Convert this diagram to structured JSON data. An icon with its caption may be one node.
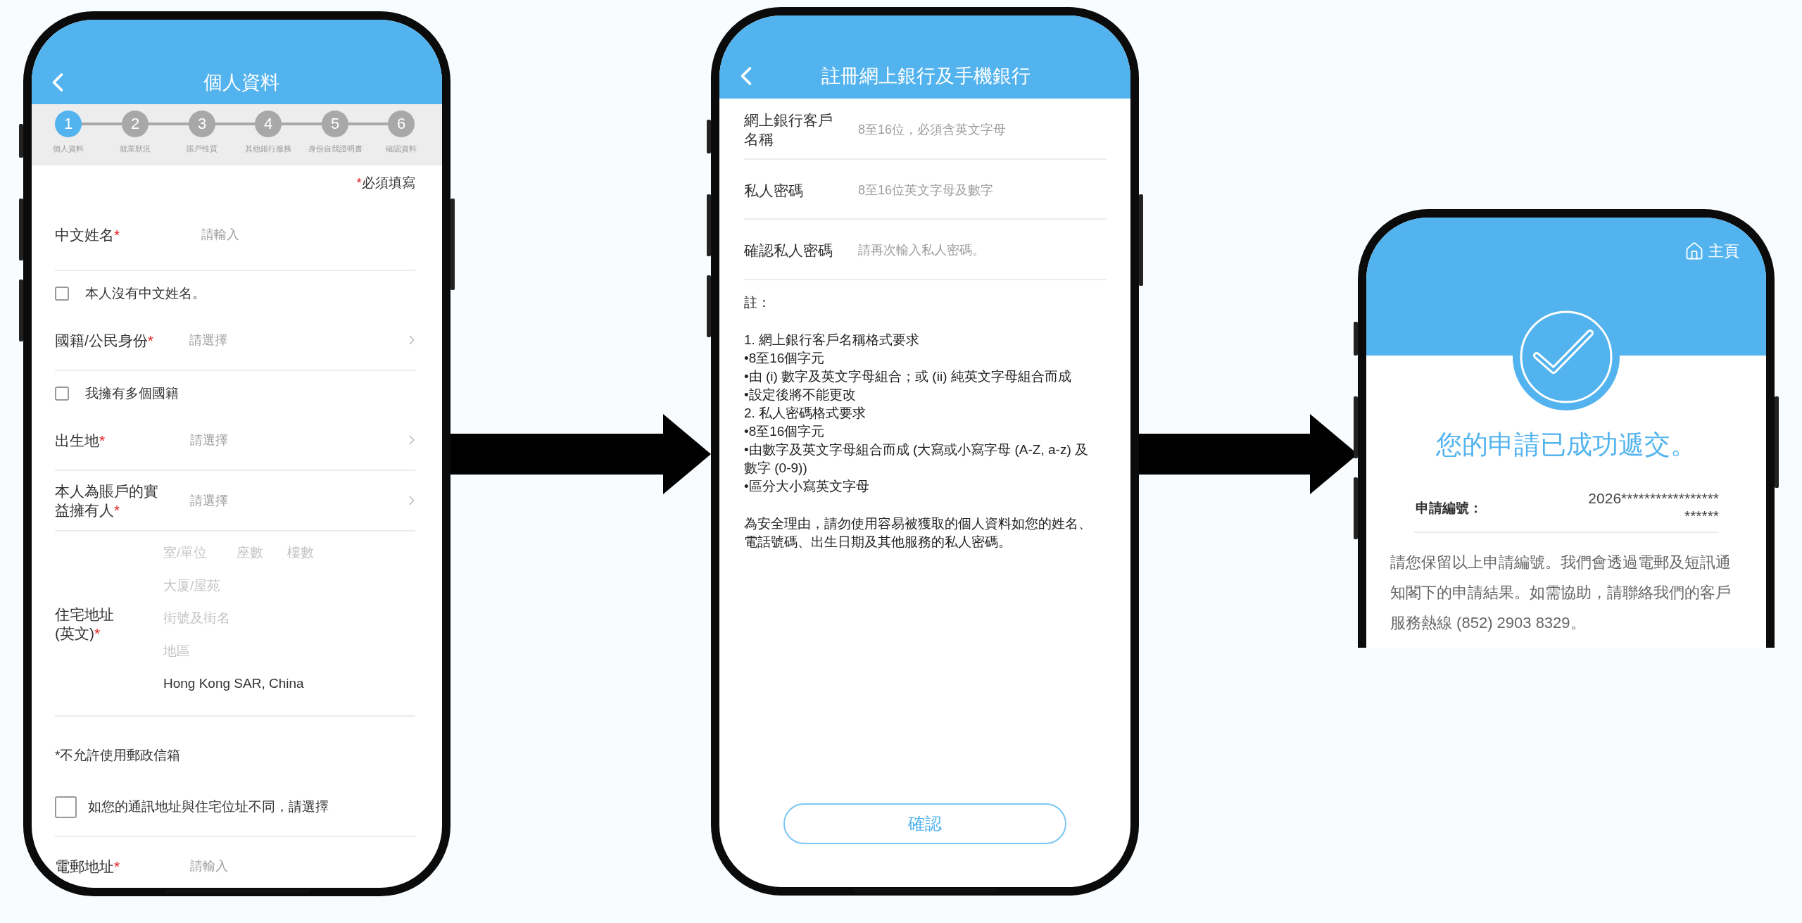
{
  "diagram": {
    "nodes": [
      {
        "text": [
          "個人資料",
          "1",
          "2",
          "3",
          "4",
          "5",
          "6",
          "個人資料",
          "就業狀況",
          "賬戶性質",
          "其他銀行服務",
          "身份自我證明書",
          "確認資料",
          "*必須填寫",
          "中文姓名*",
          "請輸入",
          "本人沒有中文姓名。",
          "國籍/公民身份*",
          "請選擇",
          "我擁有多個國籍",
          "出生地*",
          "請選擇",
          "本人為賬戶的實益擁有人*",
          "請選擇",
          "住宅地址 (英文)*",
          "室/單位",
          "座數",
          "樓數",
          "大厦/屋苑",
          "街號及街名",
          "地區",
          "Hong Kong SAR, China",
          "*不允許使用郵政信箱",
          "如您的通訊地址與住宅位址不同，請選擇",
          "電郵地址*",
          "請輸入"
        ]
      },
      {
        "text": [
          "註冊網上銀行及手機銀行",
          "網上銀行客戶名稱",
          "8至16位，必須含英文字母",
          "私人密碼",
          "8至16位英文字母及數字",
          "確認私人密碼",
          "請再次輸入私人密碼。",
          "註：",
          "1. 網上銀行客戶名稱格式要求",
          "•8至16個字元",
          "•由 (i) 數字及英文字母組合；或 (ii) 純英文字母組合而成",
          "•設定後將不能更改",
          "2. 私人密碼格式要求",
          "•8至16個字元",
          "•由數字及英文字母組合而成 (大寫或小寫字母 (A-Z, a-z) 及數字 (0-9))",
          "•區分大小寫英文字母",
          "為安全理由，請勿使用容易被獲取的個人資料如您的姓名、電話號碼、出生日期及其他服務的私人密碼。",
          "確認"
        ]
      },
      {
        "text": [
          "主頁",
          "您的申請已成功遞交。",
          "申請編號：",
          "2026*****************",
          "******",
          "請您保留以上申請編號。我們會透過電郵及短訊通知閣下的申請結果。如需協助，請聯絡我們的客戶服務熱線 (852) 2903 8329。"
        ]
      }
    ],
    "edges": [
      {
        "from": 0,
        "to": 1,
        "arrow": "to"
      },
      {
        "from": 1,
        "to": 2,
        "arrow": "to"
      }
    ]
  }
}
